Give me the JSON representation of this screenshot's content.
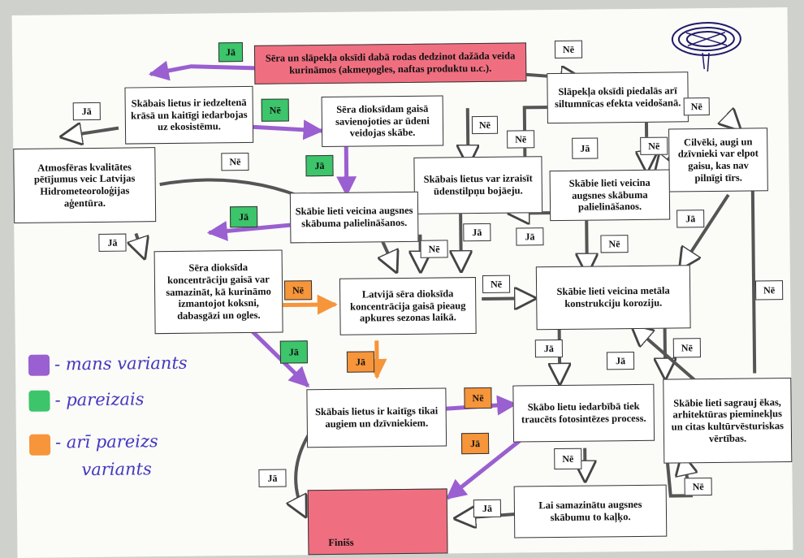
{
  "boxes": {
    "start": "Sēra un slāpekļa oksīdi dabā rodas dedzinot dažāda veida kurināmos (akmeņogles, naftas produktu u.c.).",
    "b_left1": "Skābais lietus ir iedzeltenā krāsā un kaitīgi iedarbojas uz ekosistēmu.",
    "b_so2water": "Sēra dioksīdam gaisā savienojoties ar ūdeni veidojas skābe.",
    "b_nitro": "Slāpekļa oksīdi piedalās arī siltumnīcas efekta veidošanā.",
    "b_atmos": "Atmosfēras kvalitātes pētījumus veic Latvijas Hidrometeoroloģijas aģentūra.",
    "b_pipes": "Skābais lietus var izraisīt ūdenstilpņu bojāeju.",
    "b_people": "Cilvēki, augi un dzīvnieki var elpot gaisu, kas nav pilnīgi tīrs.",
    "b_soil1": "Skābie lieti veicina augsnes skābuma palielināšanos.",
    "b_soil2": "Skābie lieti veicina augsnes skābuma palielināšanos.",
    "b_reduce": "Sēra dioksīda koncentrāciju gaisā var samazināt, kā kurināmo izmantojot koksni, dabasgāzi un ogles.",
    "b_latvia": "Latvijā sēra dioksīda koncentrācija gaisā pieaug apkures sezonas laikā.",
    "b_metal": "Skābie lieti veicina metāla konstrukciju koroziju.",
    "b_harm": "Skābais lietus ir kaitīgs tikai augiem un dzīvniekiem.",
    "b_photo": "Skābo lietu iedarbībā tiek traucēts fotosintēzes process.",
    "b_build": "Skābie lieti sagrauj ēkas, arhitektūras pieminekļus un citas kultūrvēsturiskas vērtības.",
    "b_lime": "Lai samazinātu augsnes skābumu to kaļķo.",
    "finish": "Finišs"
  },
  "labels": {
    "ja": "Jā",
    "ne": "Nē"
  },
  "legend": {
    "purple_text": "- mans variants",
    "green_text": "- pareizais",
    "orange_text_1": "- arī pareizs",
    "orange_text_2": "variants",
    "colors": {
      "purple": "#9a5fd0",
      "green": "#3cc56a",
      "orange": "#f6953a"
    }
  },
  "colors": {
    "pink": "#ef6f80",
    "purple": "#9a5fd0",
    "green": "#3cc56a",
    "orange": "#f6953a"
  }
}
